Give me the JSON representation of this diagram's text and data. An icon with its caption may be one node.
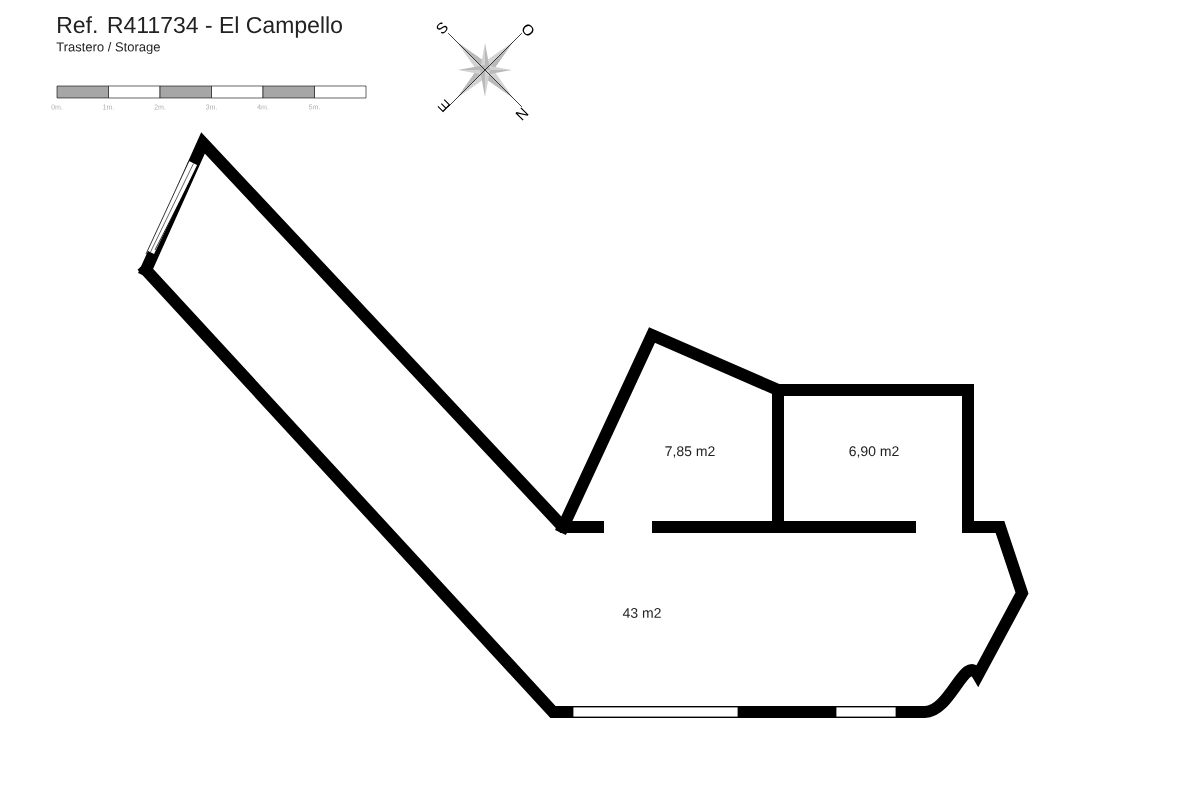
{
  "diagram": {
    "title": "Ref. R411734 - El Campello",
    "labels": [
      "Trastero / Storage",
      "S",
      "O",
      "E",
      "N",
      "0m.",
      "1m.",
      "2m.",
      "3m.",
      "4m.",
      "5m.",
      "7,85 m2",
      "6,90 m2",
      "43 m2"
    ]
  }
}
